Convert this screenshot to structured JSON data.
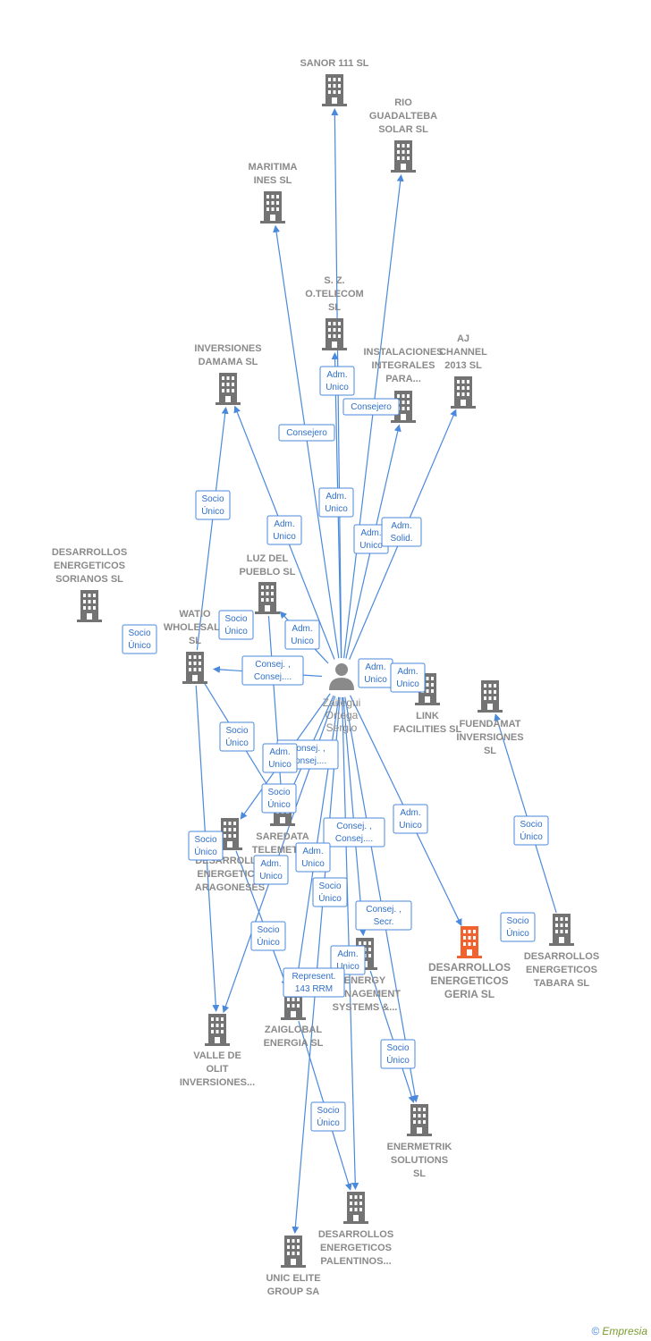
{
  "colors": {
    "edge": "#4a89dc",
    "building": "#737373",
    "highlight": "#f0622e",
    "person": "#8a8a8a"
  },
  "center": {
    "lines": [
      "Zaitegui",
      "Ortega",
      "Sergio"
    ],
    "icon": "person-icon"
  },
  "companies": [
    {
      "id": "sanor",
      "lines": [
        "SANOR 111 SL"
      ]
    },
    {
      "id": "rio",
      "lines": [
        "RIO",
        "GUADALTEBA",
        "SOLAR  SL"
      ]
    },
    {
      "id": "maritima",
      "lines": [
        "MARITIMA",
        "INES SL"
      ]
    },
    {
      "id": "szo",
      "lines": [
        "S.  Z.",
        "O.TELECOM",
        "SL"
      ]
    },
    {
      "id": "damama",
      "lines": [
        "INVERSIONES",
        "DAMAMA  SL"
      ]
    },
    {
      "id": "instal",
      "lines": [
        "INSTALACIONES",
        "INTEGRALES",
        "PARA..."
      ]
    },
    {
      "id": "aj",
      "lines": [
        "AJ",
        "CHANNEL",
        "2013 SL"
      ]
    },
    {
      "id": "sorianos",
      "lines": [
        "DESARROLLOS",
        "ENERGETICOS",
        "SORIANOS  SL"
      ]
    },
    {
      "id": "luz",
      "lines": [
        "LUZ DEL",
        "PUEBLO  SL"
      ]
    },
    {
      "id": "watio",
      "lines": [
        "WATIO",
        "WHOLESALE",
        "SL"
      ]
    },
    {
      "id": "link",
      "lines": [
        "LINK",
        "FACILITIES SL"
      ]
    },
    {
      "id": "fuendamat",
      "lines": [
        "FUENDAMAT",
        "INVERSIONES",
        "SL"
      ]
    },
    {
      "id": "saredata",
      "lines": [
        "SAREDATA",
        "TELEMETR..."
      ]
    },
    {
      "id": "aragoneses",
      "lines": [
        "DESARROLL...",
        "ENERGETIC...",
        "ARAGONESES"
      ]
    },
    {
      "id": "geria",
      "lines": [
        "DESARROLLOS",
        "ENERGETICOS",
        "GERIA  SL"
      ],
      "highlight": true
    },
    {
      "id": "tabara",
      "lines": [
        "DESARROLLOS",
        "ENERGETICOS",
        "TABARA  SL"
      ]
    },
    {
      "id": "energy",
      "lines": [
        "ENERGY",
        "MANAGEMENT",
        "SYSTEMS &..."
      ]
    },
    {
      "id": "zaiglobal",
      "lines": [
        "ZAIGLOBAL",
        "ENERGIA  SL"
      ]
    },
    {
      "id": "valle",
      "lines": [
        "VALLE DE",
        "OLIT",
        "INVERSIONES..."
      ]
    },
    {
      "id": "enermetrik",
      "lines": [
        "ENERMETRIK",
        "SOLUTIONS",
        "SL"
      ]
    },
    {
      "id": "palentinos",
      "lines": [
        "DESARROLLOS",
        "ENERGETICOS",
        "PALENTINOS..."
      ]
    },
    {
      "id": "unic",
      "lines": [
        "UNIC ELITE",
        "GROUP SA"
      ]
    }
  ],
  "edges": [
    {
      "from": "center",
      "to": "sanor"
    },
    {
      "from": "center",
      "to": "rio"
    },
    {
      "from": "center",
      "to": "maritima"
    },
    {
      "from": "center",
      "to": "szo"
    },
    {
      "from": "center",
      "to": "damama"
    },
    {
      "from": "center",
      "to": "instal"
    },
    {
      "from": "center",
      "to": "aj"
    },
    {
      "from": "watio",
      "to": "damama"
    },
    {
      "from": "center",
      "to": "luz"
    },
    {
      "from": "center",
      "to": "watio"
    },
    {
      "from": "center",
      "to": "link"
    },
    {
      "from": "center",
      "to": "geria"
    },
    {
      "from": "tabara",
      "to": "fuendamat"
    },
    {
      "from": "center",
      "to": "saredata"
    },
    {
      "from": "center",
      "to": "aragoneses"
    },
    {
      "from": "center",
      "to": "energy"
    },
    {
      "from": "center",
      "to": "zaiglobal"
    },
    {
      "from": "watio",
      "to": "valle"
    },
    {
      "from": "center",
      "to": "valle"
    },
    {
      "from": "center",
      "to": "enermetrik"
    },
    {
      "from": "center",
      "to": "palentinos"
    },
    {
      "from": "center",
      "to": "unic"
    },
    {
      "from": "zaiglobal",
      "to": "palentinos"
    },
    {
      "from": "energy",
      "to": "enermetrik"
    },
    {
      "from": "aragoneses",
      "to": "zaiglobal"
    },
    {
      "from": "luz",
      "to": "saredata"
    },
    {
      "from": "watio",
      "to": "saredata"
    }
  ],
  "edge_labels": [
    {
      "lines": [
        "Adm.",
        "Unico"
      ]
    },
    {
      "lines": [
        "Consejero"
      ]
    },
    {
      "lines": [
        "Consejero"
      ]
    },
    {
      "lines": [
        "Socio",
        "Único"
      ]
    },
    {
      "lines": [
        "Adm.",
        "Unico"
      ]
    },
    {
      "lines": [
        "Adm.",
        "Unico"
      ]
    },
    {
      "lines": [
        "Adm.",
        "Unico"
      ]
    },
    {
      "lines": [
        "Adm.",
        "Solid."
      ]
    },
    {
      "lines": [
        "Socio",
        "Único"
      ]
    },
    {
      "lines": [
        "Socio",
        "Único"
      ]
    },
    {
      "lines": [
        "Adm.",
        "Unico"
      ]
    },
    {
      "lines": [
        "Consej. ,",
        "Consej...."
      ]
    },
    {
      "lines": [
        "Adm.",
        "Unico"
      ]
    },
    {
      "lines": [
        "Adm.",
        "Unico"
      ]
    },
    {
      "lines": [
        "Socio",
        "Único"
      ]
    },
    {
      "lines": [
        "Consej. ,",
        "Consej...."
      ]
    },
    {
      "lines": [
        "Adm.",
        "Unico"
      ]
    },
    {
      "lines": [
        "Socio",
        "Único"
      ]
    },
    {
      "lines": [
        "Adm.",
        "Unico"
      ]
    },
    {
      "lines": [
        "Socio",
        "Único"
      ]
    },
    {
      "lines": [
        "Consej. ,",
        "Consej...."
      ]
    },
    {
      "lines": [
        "Socio",
        "Único"
      ]
    },
    {
      "lines": [
        "Adm.",
        "Unico"
      ]
    },
    {
      "lines": [
        "Adm.",
        "Unico"
      ]
    },
    {
      "lines": [
        "Socio",
        "Único"
      ]
    },
    {
      "lines": [
        "Consej. ,",
        "Secr."
      ]
    },
    {
      "lines": [
        "Socio",
        "Único"
      ]
    },
    {
      "lines": [
        "Socio",
        "Único"
      ]
    },
    {
      "lines": [
        "Adm.",
        "Unico"
      ]
    },
    {
      "lines": [
        "Represent.",
        "143 RRM"
      ]
    },
    {
      "lines": [
        "Socio",
        "Único"
      ]
    },
    {
      "lines": [
        "Socio",
        "Único"
      ]
    },
    {
      "lines": [
        "Socio",
        "Único"
      ]
    }
  ],
  "footer": {
    "copyright": "©",
    "brand": "Empresia"
  }
}
